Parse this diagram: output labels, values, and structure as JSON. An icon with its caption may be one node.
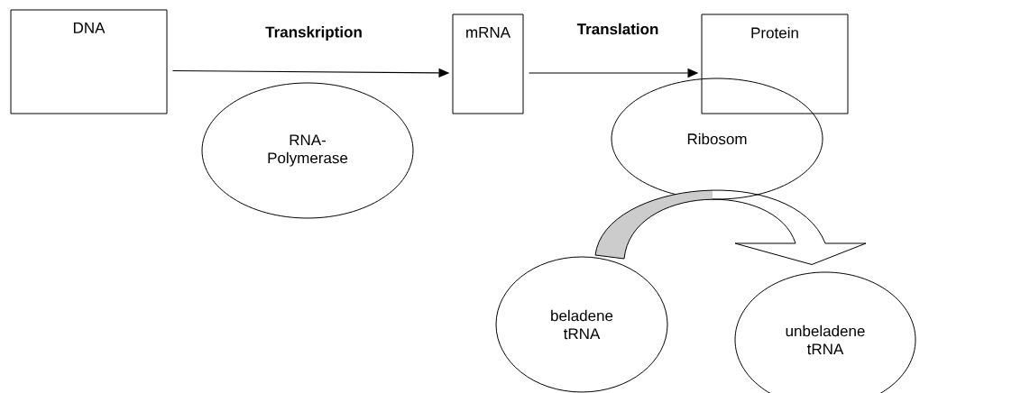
{
  "diagram": {
    "nodes": [
      {
        "text": [
          "DNA"
        ]
      },
      {
        "text": [
          "mRNA"
        ]
      },
      {
        "text": [
          "Protein"
        ]
      },
      {
        "text": [
          "RNA-Polymerase"
        ]
      },
      {
        "text": [
          "Ribosom"
        ]
      },
      {
        "text": [
          "beladene tRNA"
        ]
      },
      {
        "text": [
          "unbeladene tRNA"
        ]
      }
    ],
    "edges": [
      {
        "from": 0,
        "to": 1,
        "arrow": "to",
        "label": "Transkription"
      },
      {
        "from": 1,
        "to": 2,
        "arrow": "to",
        "label": "Translation"
      },
      {
        "from": 5,
        "to": 6,
        "arrow": "to",
        "style": "thick"
      }
    ]
  }
}
